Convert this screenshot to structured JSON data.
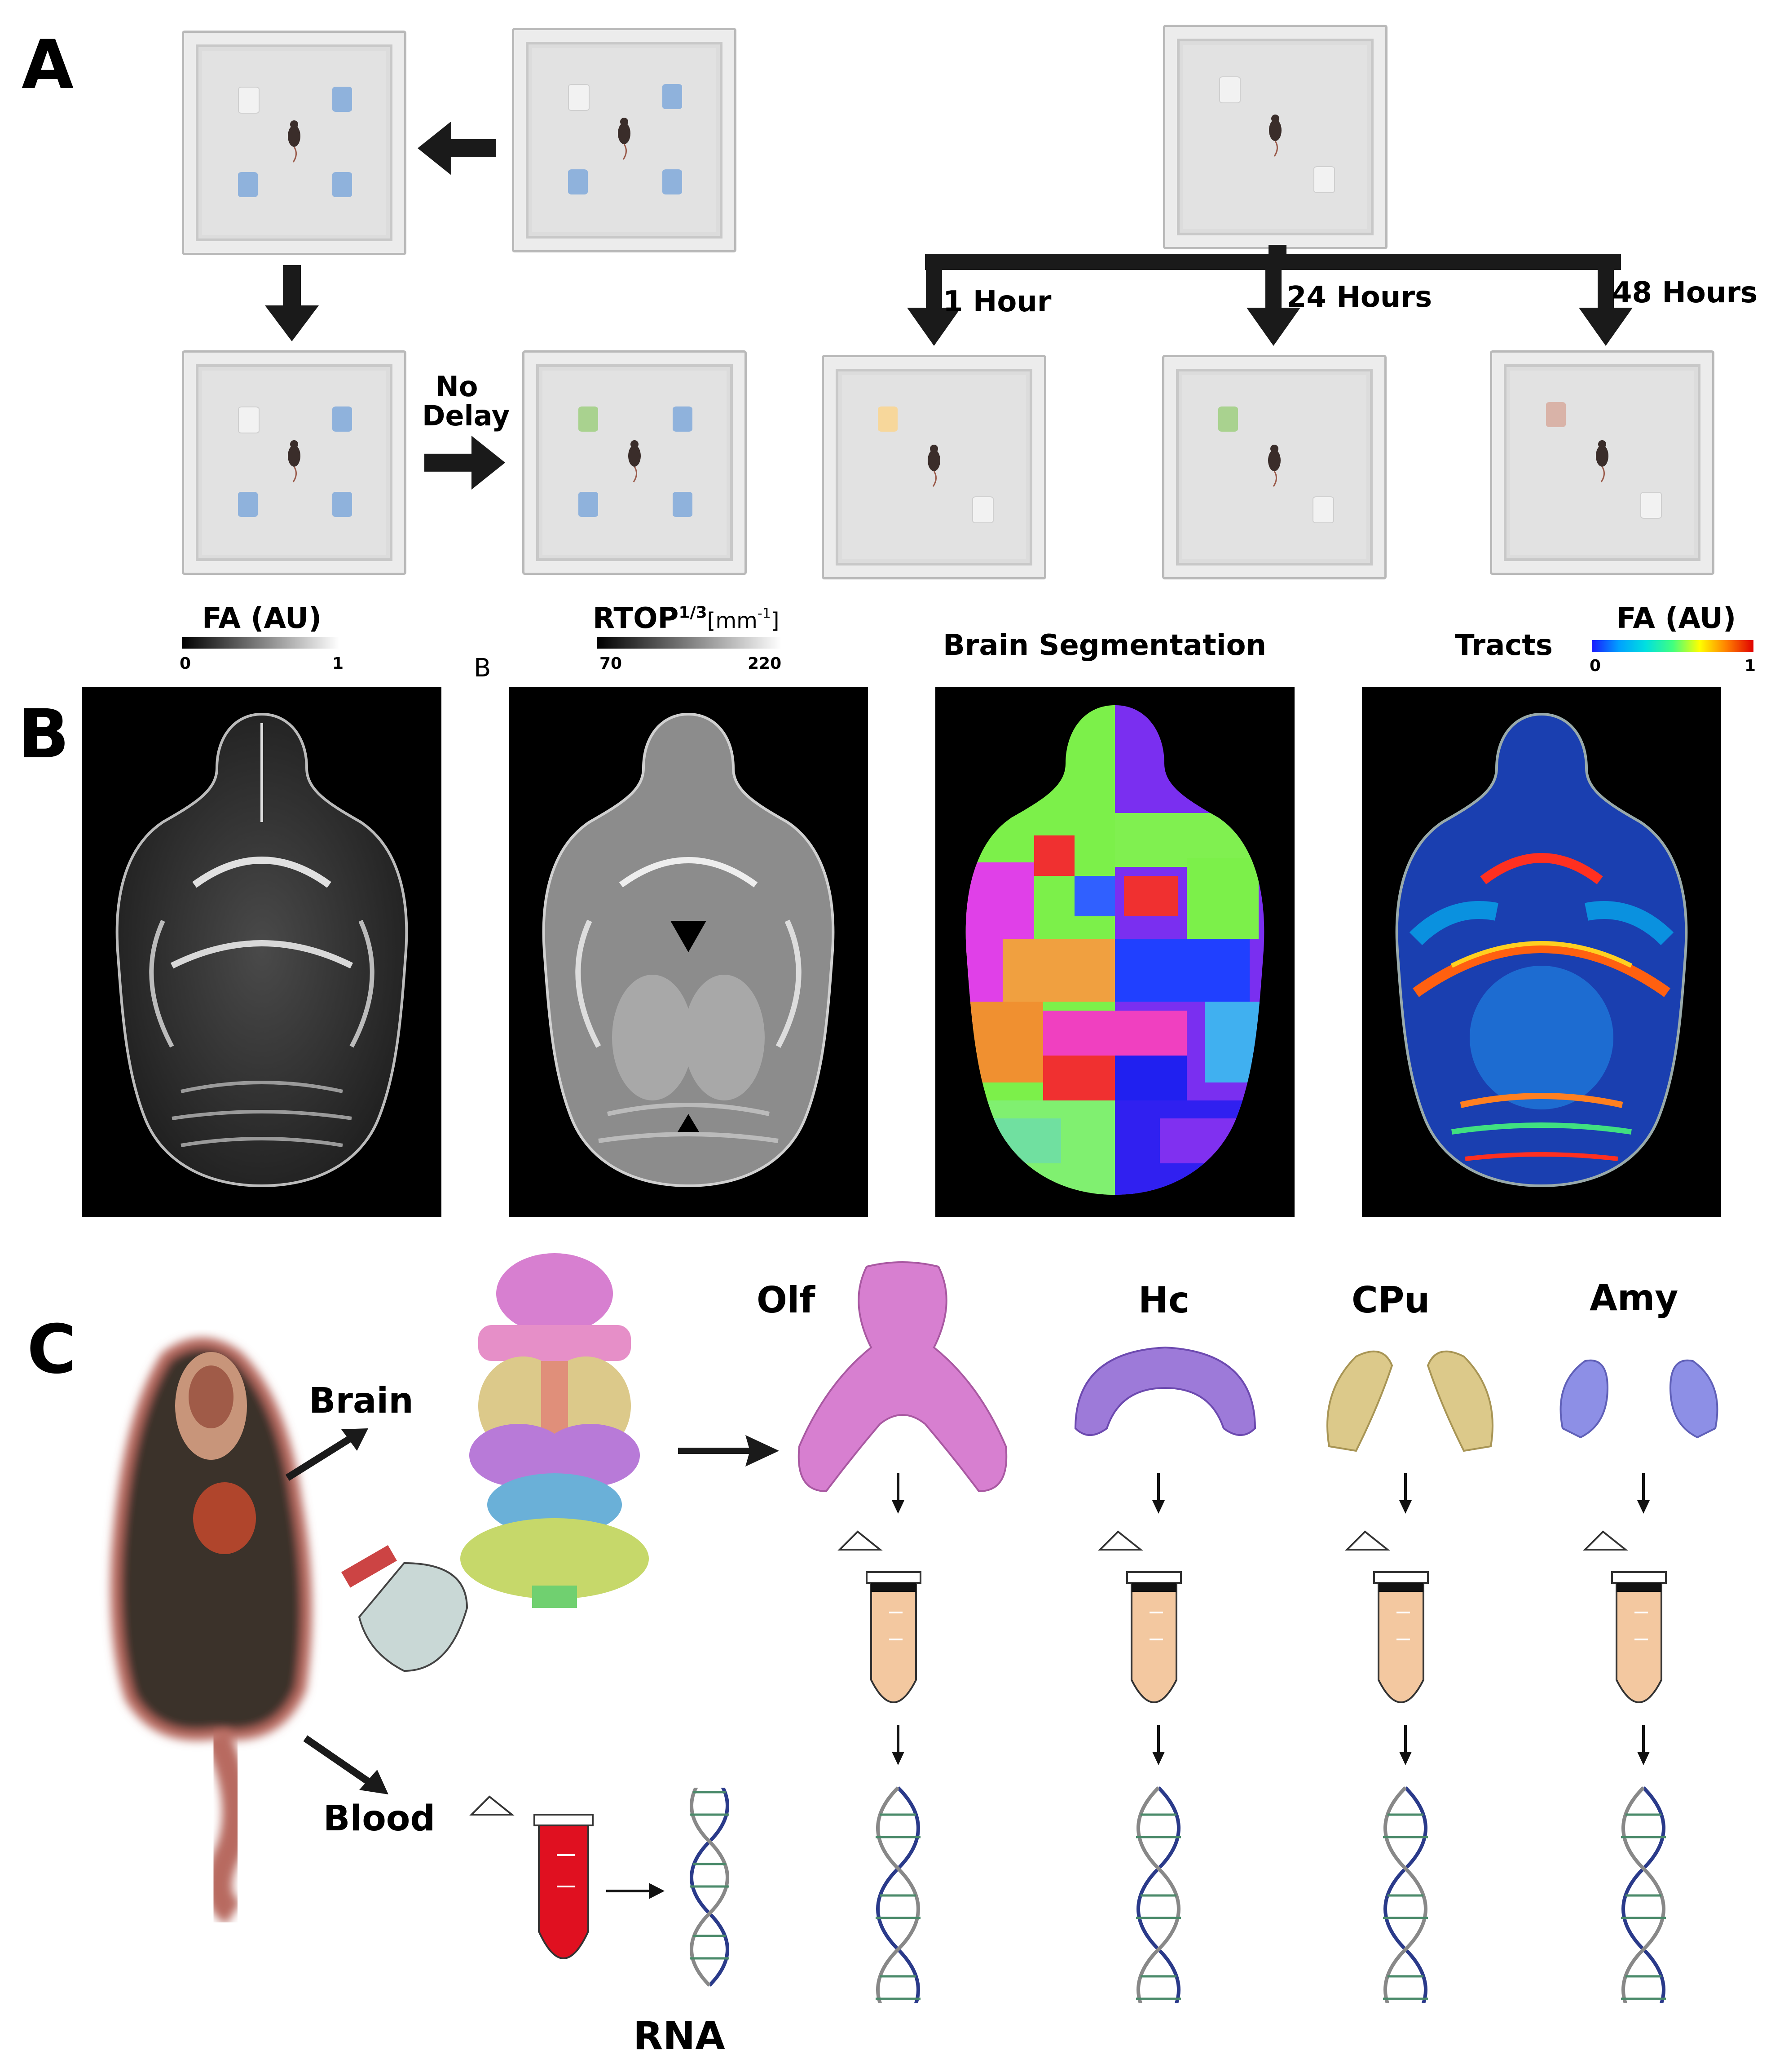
{
  "panel_a": {
    "letter": "A",
    "no_delay_1": "No",
    "no_delay_2": "Delay",
    "delay_labels": [
      "1 Hour",
      "24 Hours",
      "48 Hours"
    ]
  },
  "panel_b": {
    "letter": "B",
    "small_letter": "B",
    "fa_title": "FA (AU)",
    "fa_min": "0",
    "fa_max": "1",
    "rtop_title": "RTOP",
    "rtop_sup": "1/3",
    "rtop_unit": "[mm",
    "rtop_unit_sup": "-1",
    "rtop_unit_end": "]",
    "rtop_min": "70",
    "rtop_max": "220",
    "seg_title": "Brain Segmentation",
    "tracts_title": "Tracts",
    "tracts_fa_title": "FA (AU)",
    "tracts_min": "0",
    "tracts_max": "1"
  },
  "panel_c": {
    "letter": "C",
    "brain_label": "Brain",
    "blood_label": "Blood",
    "rna_label": "RNA",
    "regions": [
      "Olf",
      "Hc",
      "CPu",
      "Amy"
    ],
    "region_colors": [
      "#d77fd0",
      "#9d7ad9",
      "#dcc98a",
      "#8d8fe6"
    ]
  },
  "colors": {
    "arrow": "#1a1a1a",
    "cup_blue": "#8fb2dc",
    "cup_white": "#f2f2f2",
    "cup_yellow": "#f7d79b",
    "cup_green": "#a9d28f",
    "cup_brown": "#d9b3a8",
    "blood": "#e01020",
    "tube_fill": "#f3c8a0"
  }
}
